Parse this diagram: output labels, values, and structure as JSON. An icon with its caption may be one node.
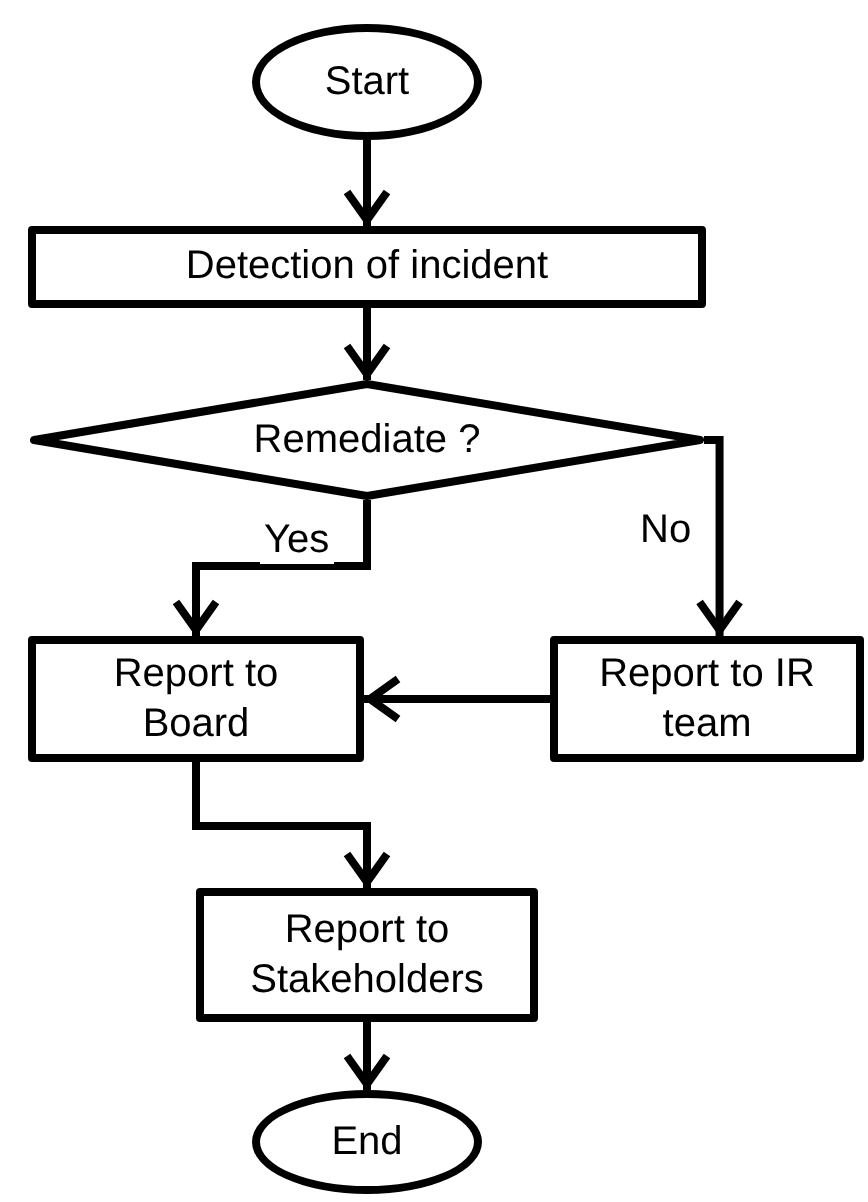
{
  "diagram": {
    "nodes": [
      {
        "text": [
          "Start"
        ]
      },
      {
        "text": [
          "Detection of incident"
        ]
      },
      {
        "text": [
          "Remediate ?"
        ]
      },
      {
        "text": [
          "Report to Board"
        ]
      },
      {
        "text": [
          "Report to IR team"
        ]
      },
      {
        "text": [
          "Report to Stakeholders"
        ]
      },
      {
        "text": [
          "End"
        ]
      }
    ],
    "edges": [
      {
        "from": 0,
        "to": 1,
        "arrow": "to"
      },
      {
        "from": 1,
        "to": 2,
        "arrow": "to"
      },
      {
        "from": 2,
        "to": 3,
        "arrow": "to",
        "label": "Yes"
      },
      {
        "from": 2,
        "to": 4,
        "arrow": "to",
        "label": "No"
      },
      {
        "from": 4,
        "to": 3,
        "arrow": "to"
      },
      {
        "from": 3,
        "to": 5,
        "arrow": "to"
      },
      {
        "from": 5,
        "to": 6,
        "arrow": "to"
      }
    ]
  }
}
